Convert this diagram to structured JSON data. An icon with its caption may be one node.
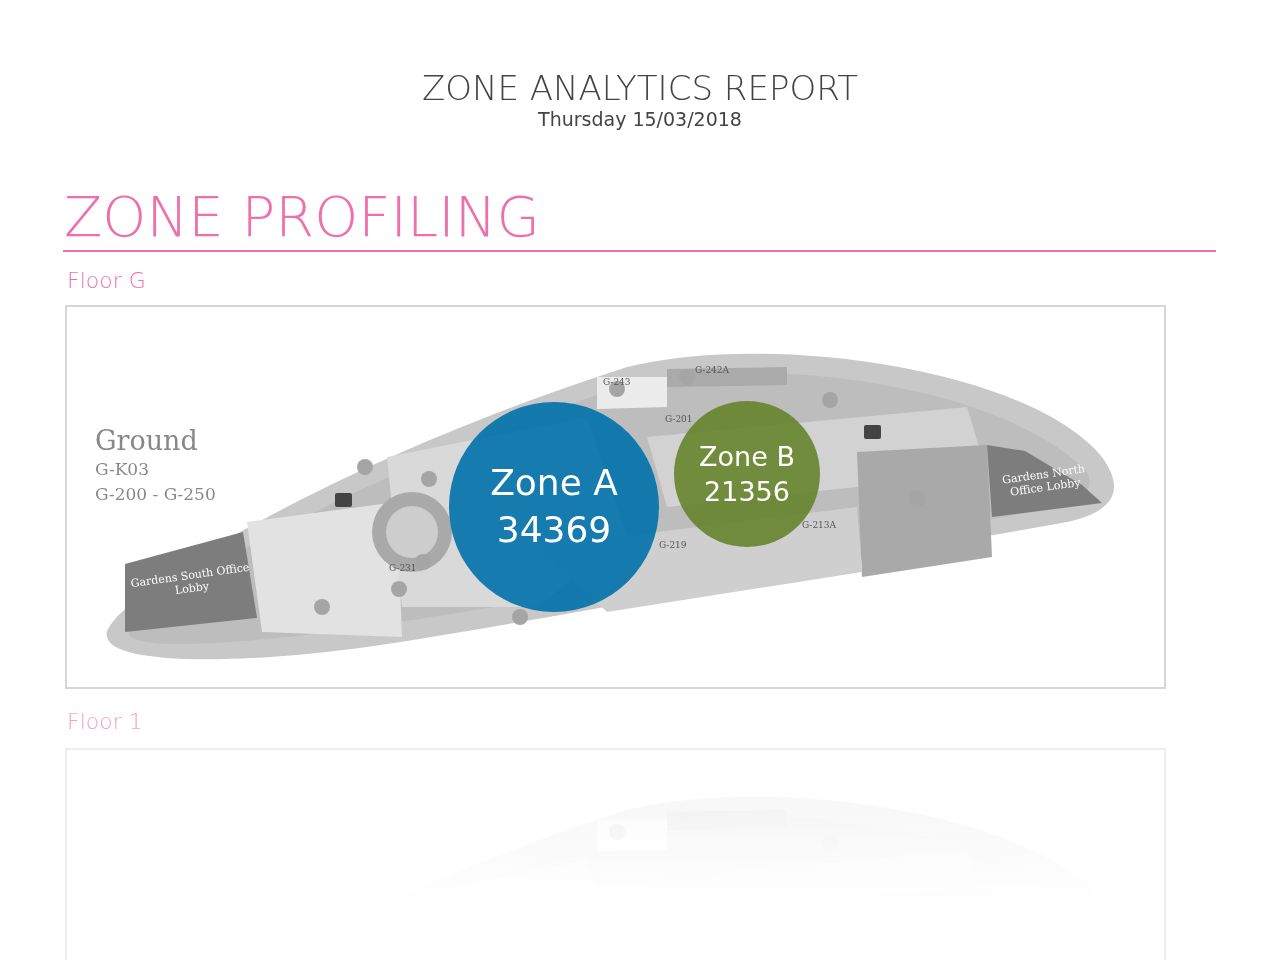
{
  "diagram": {
    "title": "ZONE ANALYTICS REPORT",
    "nodes": [
      {
        "text": [
          "Floor G"
        ]
      },
      {
        "text": [
          "Zone A",
          "34369"
        ],
        "in": 0
      },
      {
        "text": [
          "Zone B",
          "21356"
        ],
        "in": 0
      },
      {
        "text": [
          "Gardens South Office Lobby"
        ],
        "in": 0
      },
      {
        "text": [
          "Gardens North Office Lobby"
        ],
        "in": 0
      },
      {
        "text": [
          "Floor 1"
        ]
      }
    ],
    "edges": [],
    "labels": [
      "Thursday 15/03/2018",
      "ZONE PROFILING",
      "Ground",
      "G-K03",
      "G-200 - G-250",
      "G-243",
      "G-242A",
      "G-201",
      "G-231",
      "G-219",
      "G-213A"
    ]
  }
}
